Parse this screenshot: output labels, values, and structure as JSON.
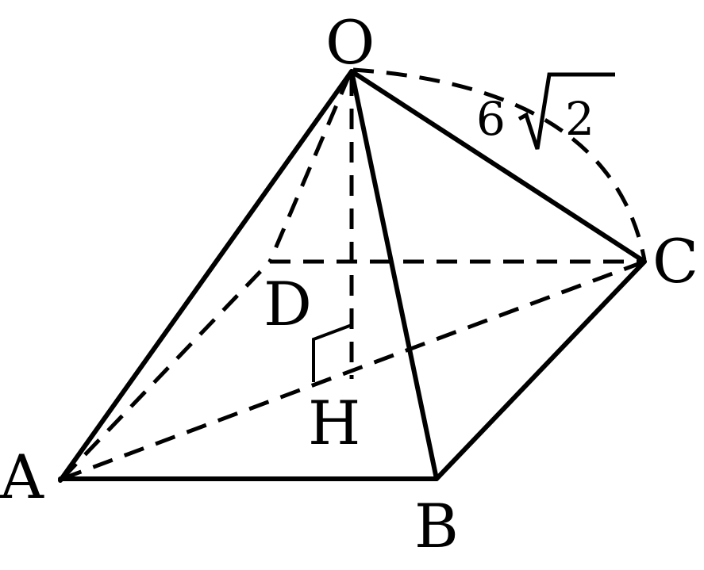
{
  "labels": {
    "O": "O",
    "A": "A",
    "B": "B",
    "C": "C",
    "D": "D",
    "H": "H"
  },
  "edge_length": {
    "coefficient": "6",
    "radicand": "2"
  }
}
